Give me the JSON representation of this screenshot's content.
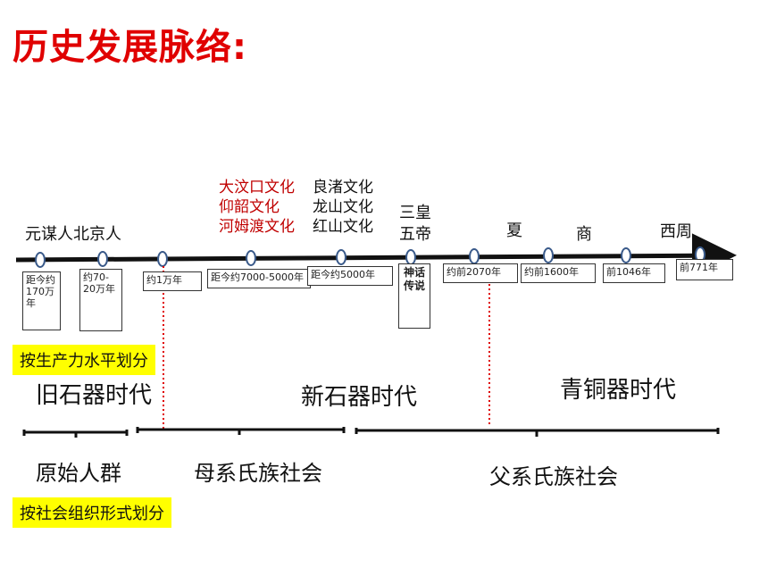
{
  "title": "历史发展脉络:",
  "events": {
    "yuanmou_beijing": "元谋人北京人",
    "sanhuang": "三皇",
    "wudi": "五帝",
    "xia": "夏",
    "shang": "商",
    "xizhou": "西周"
  },
  "cultures": {
    "red": [
      "大汶口文化",
      "仰韶文化",
      "河姆渡文化"
    ],
    "black": [
      "良渚文化",
      "龙山文化",
      "红山文化"
    ]
  },
  "date_boxes": {
    "b1": "距今约170万年",
    "b2": "约70-20万年",
    "b3": "约1万年",
    "b4": "距今约7000-5000年",
    "b5": "距今约5000年",
    "b6": "神话传说",
    "b7": "约前2070年",
    "b8": "约前1600年",
    "b9": "前1046年",
    "b10": "前771年"
  },
  "labels": {
    "productivity": "按生产力水平划分",
    "social_org": "按社会组织形式划分"
  },
  "eras": {
    "paleolithic": "旧石器时代",
    "neolithic": "新石器时代",
    "bronze": "青铜器时代"
  },
  "societies": {
    "primitive": "原始人群",
    "matriarchal": "母系氏族社会",
    "patriarchal": "父系氏族社会"
  },
  "colors": {
    "title": "#e00000",
    "culture_red": "#c00000",
    "timeline": "#111111",
    "node_fill": "#ffffff",
    "node_stroke": "#3a5a8a",
    "divider": "#e00000",
    "highlight": "#ffff00"
  }
}
